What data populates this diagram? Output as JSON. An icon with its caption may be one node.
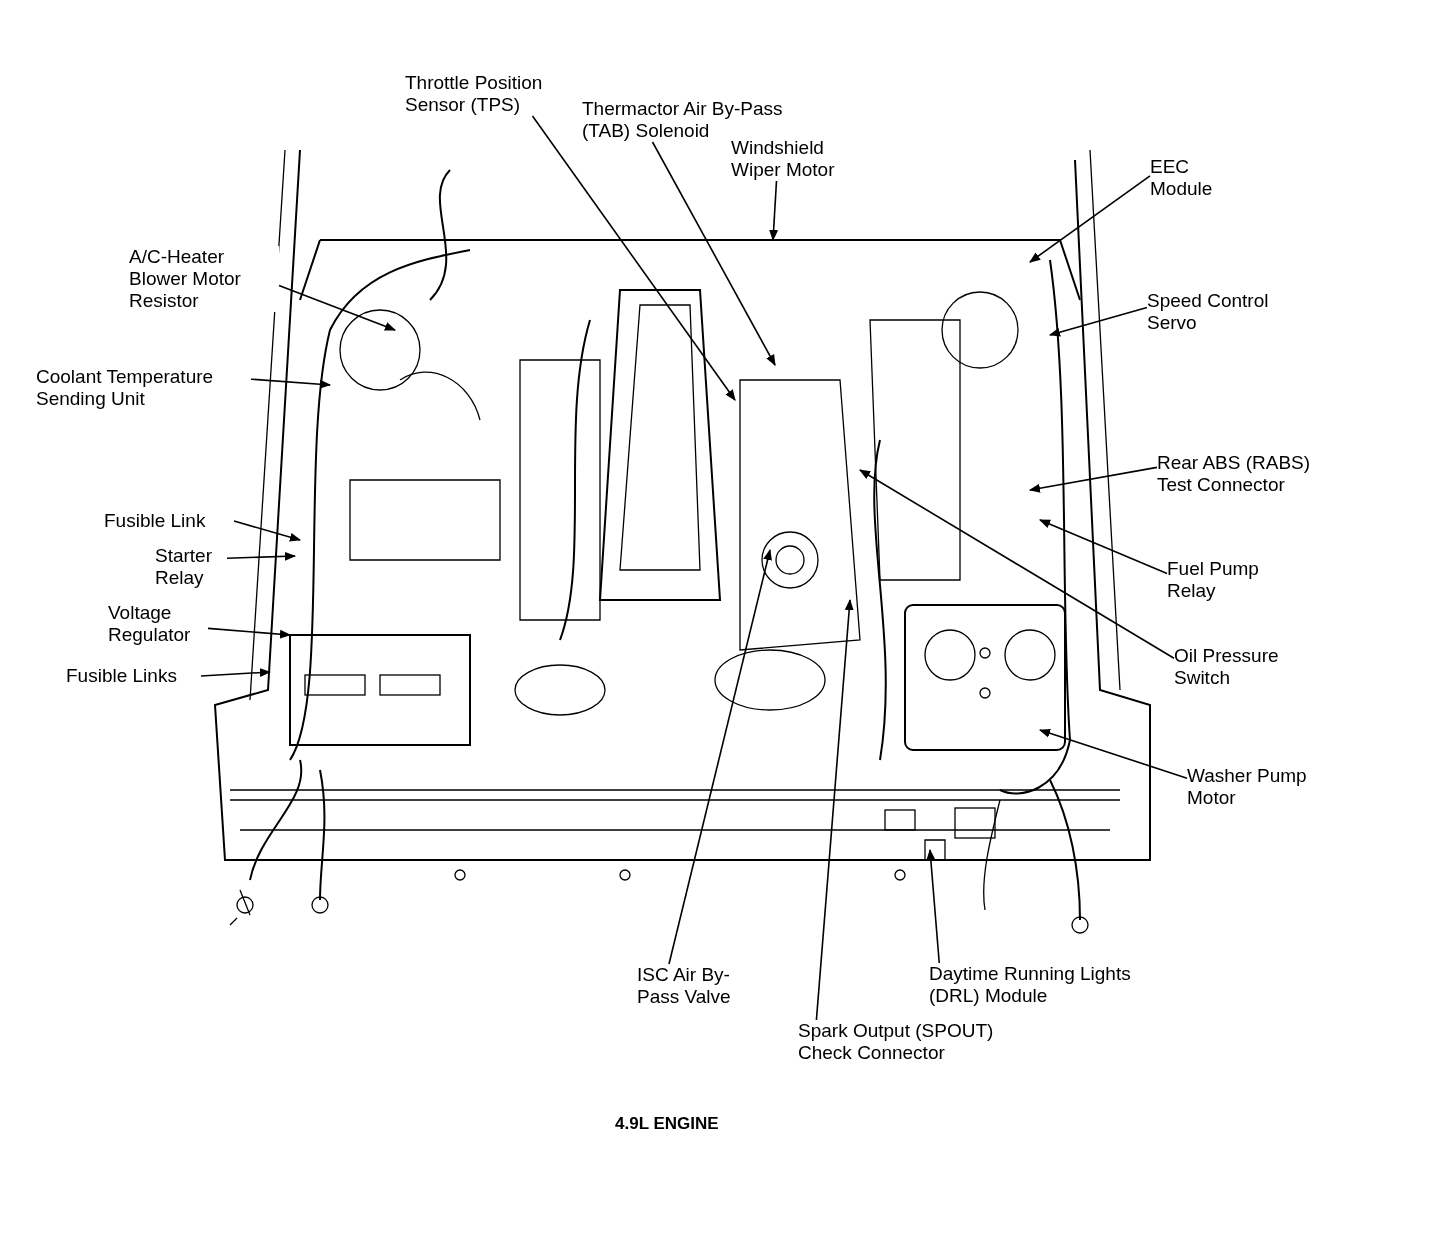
{
  "diagram": {
    "caption": "4.9L ENGINE",
    "nodes": [
      {
        "text": [
          "Throttle Position Sensor (TPS)"
        ]
      },
      {
        "text": [
          "Thermactor Air By-Pass (TAB) Solenoid"
        ]
      },
      {
        "text": [
          "Windshield Wiper Motor"
        ]
      },
      {
        "text": [
          "EEC Module"
        ]
      },
      {
        "text": [
          "Speed Control Servo"
        ]
      },
      {
        "text": [
          "A/C-Heater Blower Motor Resistor"
        ]
      },
      {
        "text": [
          "Coolant Temperature Sending Unit"
        ]
      },
      {
        "text": [
          "Fusible Link"
        ]
      },
      {
        "text": [
          "Starter Relay"
        ]
      },
      {
        "text": [
          "Voltage Regulator"
        ]
      },
      {
        "text": [
          "Fusible Links"
        ]
      },
      {
        "text": [
          "Rear ABS (RABS) Test Connector"
        ]
      },
      {
        "text": [
          "Fuel Pump Relay"
        ]
      },
      {
        "text": [
          "Oil Pressure Switch"
        ]
      },
      {
        "text": [
          "Washer Pump Motor"
        ]
      },
      {
        "text": [
          "ISC Air By-Pass Valve"
        ]
      },
      {
        "text": [
          "Spark Output (SPOUT) Check Connector"
        ]
      },
      {
        "text": [
          "Daytime Running Lights (DRL) Module"
        ]
      }
    ],
    "edges": [
      {
        "from": 0,
        "to": null,
        "arrow": "to"
      },
      {
        "from": 1,
        "to": null,
        "arrow": "to"
      },
      {
        "from": 2,
        "to": null,
        "arrow": "to"
      },
      {
        "from": 3,
        "to": null,
        "arrow": "to"
      },
      {
        "from": 4,
        "to": null,
        "arrow": "to"
      },
      {
        "from": 5,
        "to": null,
        "arrow": "to"
      },
      {
        "from": 6,
        "to": null,
        "arrow": "to"
      },
      {
        "from": 7,
        "to": null,
        "arrow": "to"
      },
      {
        "from": 8,
        "to": null,
        "arrow": "to"
      },
      {
        "from": 9,
        "to": null,
        "arrow": "to"
      },
      {
        "from": 10,
        "to": null,
        "arrow": "to"
      },
      {
        "from": 11,
        "to": null,
        "arrow": "to"
      },
      {
        "from": 12,
        "to": null,
        "arrow": "to"
      },
      {
        "from": 13,
        "to": null,
        "arrow": "to"
      },
      {
        "from": 14,
        "to": null,
        "arrow": "to"
      },
      {
        "from": 15,
        "to": null,
        "arrow": "to"
      },
      {
        "from": 16,
        "to": null,
        "arrow": "to"
      },
      {
        "from": 17,
        "to": null,
        "arrow": "to"
      }
    ]
  }
}
